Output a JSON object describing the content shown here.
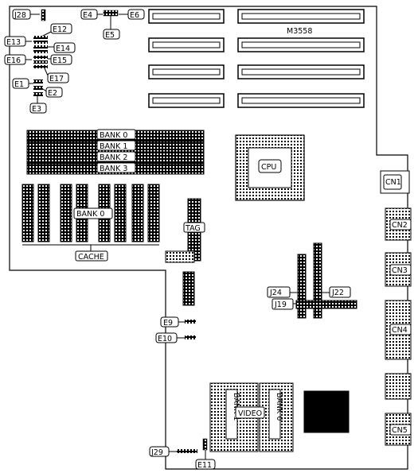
{
  "model": "M3558",
  "ram_banks": [
    "BANK 0",
    "BANK 1",
    "BANK 2",
    "BANK 3"
  ],
  "cache": {
    "bank": "BANK 0",
    "label": "CACHE",
    "tag": "TAG"
  },
  "cpu": "CPU",
  "video": {
    "label": "VIDEO",
    "bank1": "BANK 1",
    "bank0": "BANK 0"
  },
  "connectors": [
    "CN1",
    "CN2",
    "CN3",
    "CN4",
    "CN5"
  ],
  "jumpers": {
    "J28": "J28",
    "E4": "E4",
    "E5": "E5",
    "E6": "E6",
    "E12": "E12",
    "E13": "E13",
    "E14": "E14",
    "E15": "E15",
    "E16": "E16",
    "E17": "E17",
    "E1": "E1",
    "E2": "E2",
    "E3": "E3",
    "E9": "E9",
    "E10": "E10",
    "E11": "E11",
    "J19": "J19",
    "J22": "J22",
    "J24": "J24",
    "J29": "J29"
  }
}
